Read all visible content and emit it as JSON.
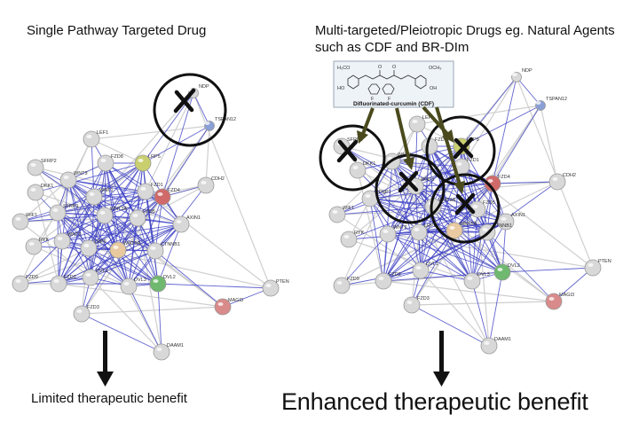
{
  "left_panel": {
    "title": "Single Pathway Targeted Drug",
    "outcome": "Limited therapeutic benefit",
    "nodes": [
      {
        "id": "NDP",
        "color": "#d8d8d8"
      },
      {
        "id": "TSPAN12",
        "color": "#8a9fd6"
      },
      {
        "id": "LEF1",
        "color": "#d8d8d8"
      },
      {
        "id": "FZD8",
        "color": "#d8d8d8"
      },
      {
        "id": "LRP5",
        "color": "#c9cf6f"
      },
      {
        "id": "SFRP2",
        "color": "#d8d8d8"
      },
      {
        "id": "WNT3",
        "color": "#d8d8d8"
      },
      {
        "id": "DKK1",
        "color": "#d8d8d8"
      },
      {
        "id": "WNT1",
        "color": "#d8d8d8"
      },
      {
        "id": "FZD1",
        "color": "#d8d8d8"
      },
      {
        "id": "FZD4",
        "color": "#d06a6a"
      },
      {
        "id": "CDH2",
        "color": "#d8d8d8"
      },
      {
        "id": "WIF1",
        "color": "#d8d8d8"
      },
      {
        "id": "SFRP1",
        "color": "#d8d8d8"
      },
      {
        "id": "WNT3A",
        "color": "#d8d8d8"
      },
      {
        "id": "FZD5",
        "color": "#d8d8d8"
      },
      {
        "id": "AXIN1",
        "color": "#d8d8d8"
      },
      {
        "id": "RYK",
        "color": "#d8d8d8"
      },
      {
        "id": "WNT2",
        "color": "#d8d8d8"
      },
      {
        "id": "LRP6",
        "color": "#d8d8d8"
      },
      {
        "id": "WNT5A",
        "color": "#e8c9a0"
      },
      {
        "id": "CTNNB1",
        "color": "#d8d8d8"
      },
      {
        "id": "FZD9",
        "color": "#d8d8d8"
      },
      {
        "id": "FZD2",
        "color": "#d8d8d8"
      },
      {
        "id": "DVL1",
        "color": "#d8d8d8"
      },
      {
        "id": "DVL3",
        "color": "#d8d8d8"
      },
      {
        "id": "DVL2",
        "color": "#6fb86f"
      },
      {
        "id": "PTEN",
        "color": "#d8d8d8"
      },
      {
        "id": "MAGI3",
        "color": "#d98a8a"
      },
      {
        "id": "FZD3",
        "color": "#d8d8d8"
      },
      {
        "id": "DAAM1",
        "color": "#d8d8d8"
      }
    ]
  },
  "right_panel": {
    "title": "Multi-targeted/Pleiotropic Drugs eg. Natural Agents such as CDF and BR-DIm",
    "outcome": "Enhanced therapeutic benefit",
    "structure_caption": "Difluorinated-curcumin (CDF)",
    "structure_atoms": [
      "H₃CO",
      "HO",
      "OCH₃",
      "OH",
      "O",
      "O",
      "F",
      "F"
    ]
  }
}
